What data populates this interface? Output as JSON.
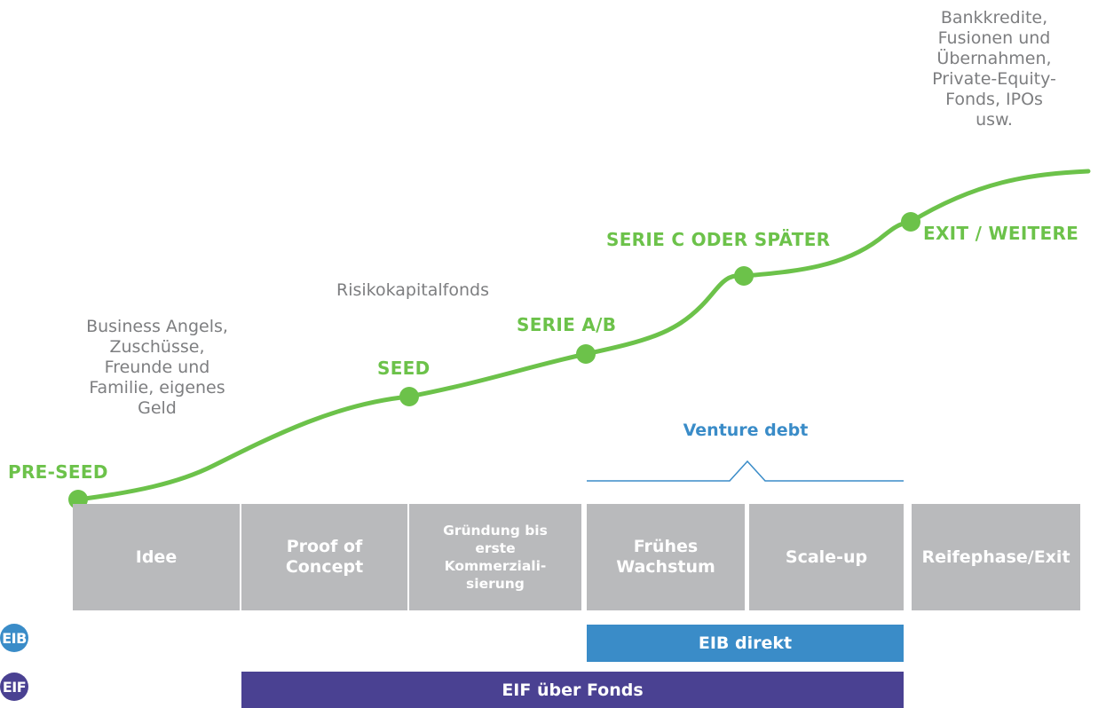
{
  "colors": {
    "curve": "#6cc24a",
    "stage_box": "#b9babc",
    "note_text": "#7d7e80",
    "venture_debt": "#3a8cc8",
    "eib_bar": "#3a8cc8",
    "eif_bar": "#4a4192"
  },
  "phases": {
    "pre_seed": "PRE-SEED",
    "seed": "SEED",
    "series_ab": "SERIE A/B",
    "series_c": "SERIE C ODER SPÄTER",
    "exit": "EXIT / WEITERE"
  },
  "notes": {
    "angels": "Business Angels,\nZuschüsse,\nFreunde und\nFamilie, eigenes\nGeld",
    "vc_funds": "Risikokapitalfonds",
    "bank": "Bankkredite,\nFusionen und\nÜbernahmen,\nPrivate-Equity-\nFonds, IPOs\nusw."
  },
  "venture_debt": "Venture debt",
  "stages": [
    "Idee",
    "Proof of\nConcept",
    "Gründung bis\nerste\nKommerziali-\nsierung",
    "Frühes\nWachstum",
    "Scale-up",
    "Reifephase/Exit"
  ],
  "bars": {
    "eib": "EIB direkt",
    "eif": "EIF über Fonds"
  },
  "logos": {
    "eib": "EIB",
    "eif": "EIF"
  }
}
